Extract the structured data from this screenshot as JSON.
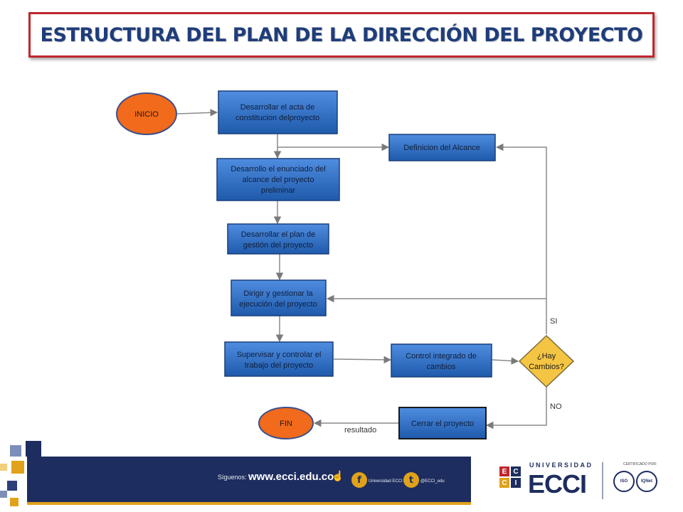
{
  "title": "ESTRUCTURA DEL PLAN DE LA DIRECCIÓN DEL PROYECTO",
  "nodes": {
    "inicio": "INICIO",
    "acta": [
      "Desarrollar el acta de",
      "constitucion delproyecto"
    ],
    "alcance": [
      "Definicion del Alcance"
    ],
    "enunciado": [
      "Desarrollo el enunciado del",
      "alcance del proyecto",
      "preliminar"
    ],
    "plan": [
      "Desarrollar el plan de",
      "gestión del proyecto"
    ],
    "dirigir": [
      "Dirigir y gestionar la",
      "ejecución del proyecto"
    ],
    "supervisar": [
      "Supervisar y controlar el",
      "trabajo del proyecto"
    ],
    "control": [
      "Control integrado de",
      "cambios"
    ],
    "decision": [
      "¿Hay",
      "Cambios?"
    ],
    "cerrar": [
      "Cerrar el proyecto"
    ],
    "fin": "FIN"
  },
  "edge_labels": {
    "si": "SI",
    "no": "NO",
    "resultado": "resultado"
  },
  "footer": {
    "follow": "Síguenos:",
    "url": "www.ecci.edu.co",
    "facebook": "Universidad ECCI",
    "twitter": "@ECCI_edu"
  },
  "logo": {
    "university": "UNIVERSIDAD",
    "name": "ECCI",
    "grid_letters": [
      "E",
      "C",
      "C",
      "I"
    ],
    "certified_by": "CERTIFICADO POR:",
    "cert_badges": [
      "ISO",
      "IQNet"
    ]
  },
  "colors": {
    "title_border": "#c0272d",
    "title_text": "#1f3d7a",
    "process_fill": "#2f6fc4",
    "terminal_fill": "#f26a1b",
    "decision_fill": "#f4c542",
    "footer_band": "#1e2d5f",
    "accent": "#e0a21a"
  }
}
